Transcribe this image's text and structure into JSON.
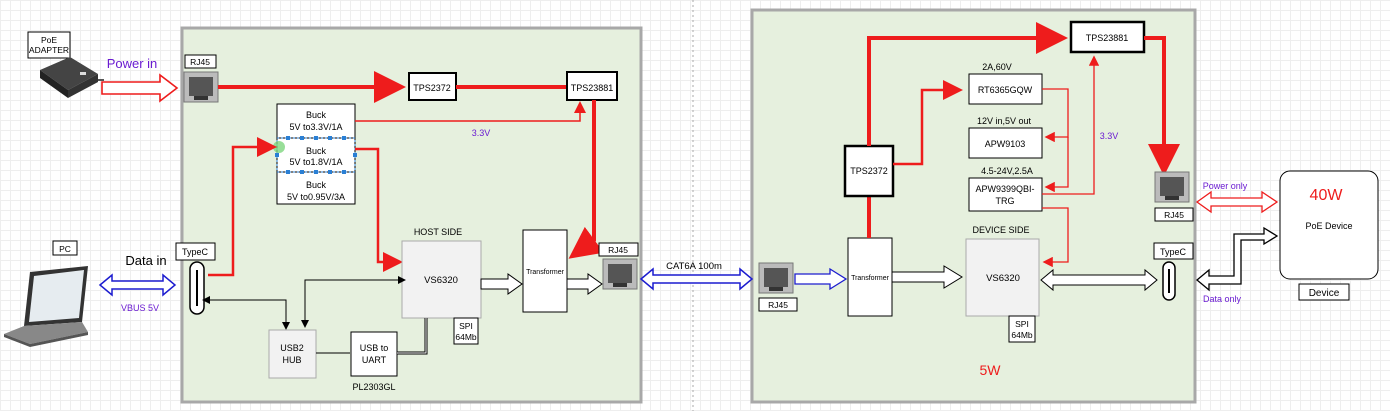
{
  "adapter": {
    "line1": "PoE",
    "line2": "ADAPTER",
    "power_in": "Power in"
  },
  "pc": {
    "label": "PC",
    "data_in": "Data in",
    "vbus": "VBUS 5V"
  },
  "host": {
    "rj45_top": "RJ45",
    "tps2372": "TPS2372",
    "tps23881": "TPS23881",
    "buck1_l1": "Buck",
    "buck1_l2": "5V to3.3V/1A",
    "buck2_l1": "Buck",
    "buck2_l2": "5V to1.8V/1A",
    "buck3_l1": "Buck",
    "buck3_l2": "5V to0.95V/3A",
    "v33": "3.3V",
    "host_side": "HOST SIDE",
    "vs6320": "VS6320",
    "transformer": "Transformer",
    "typec": "TypeC",
    "rj45_out": "RJ45",
    "spi_l1": "SPI",
    "spi_l2": "64Mb",
    "usb2_l1": "USB2",
    "usb2_l2": "HUB",
    "uart_l1": "USB to",
    "uart_l2": "UART",
    "pl2303": "PL2303GL"
  },
  "link": {
    "cable": "CAT6A  100m"
  },
  "device": {
    "rj45_in": "RJ45",
    "transformer": "Transformer",
    "tps2372": "TPS2372",
    "tps23881": "TPS23881",
    "rt_note": "2A,60V",
    "rt6365": "RT6365GQW",
    "apw9103_note": "12V in,5V out",
    "apw9103": "APW9103",
    "apw9399_note": "4.5-24V,2.5A",
    "apw9399_l1": "APW9399QBI-",
    "apw9399_l2": "TRG",
    "v33": "3.3V",
    "device_side": "DEVICE SIDE",
    "vs6320": "VS6320",
    "spi_l1": "SPI",
    "spi_l2": "64Mb",
    "rj45_right": "RJ45",
    "typec": "TypeC",
    "power_w": "5W"
  },
  "poe_device": {
    "watts": "40W",
    "name": "PoE Device",
    "label": "Device",
    "power_only": "Power only",
    "data_only": "Data only"
  },
  "colors": {
    "power": "#ee1c1c",
    "panel": "#e6f0de",
    "panel_border": "#a8a8a8",
    "note": "#6a1bd1",
    "data_link": "#1c1ccf"
  }
}
